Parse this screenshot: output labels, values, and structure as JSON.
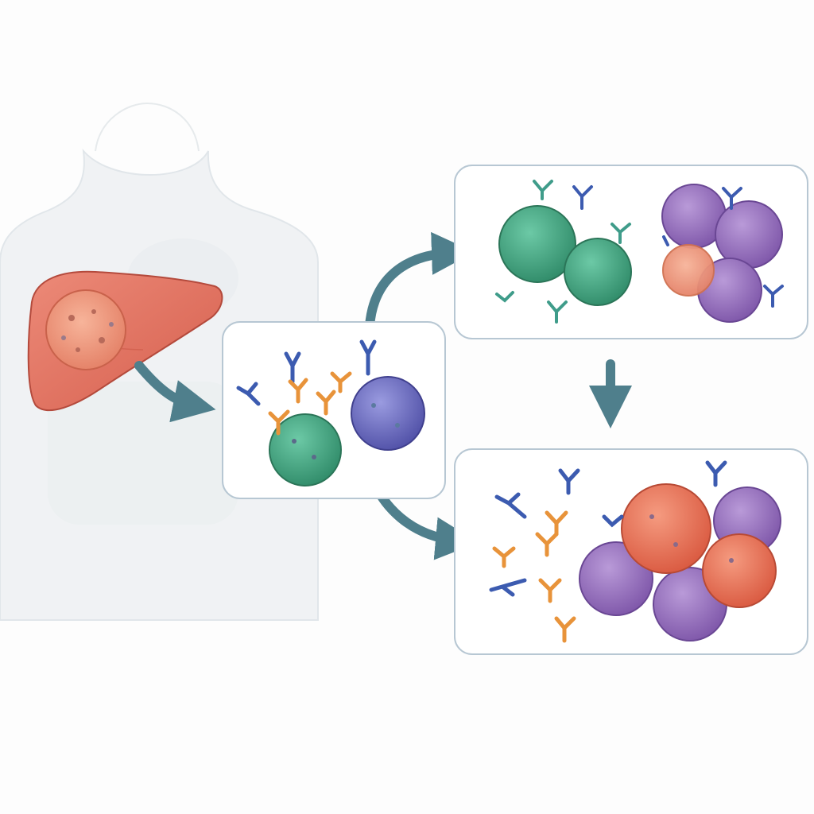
{
  "diagram": {
    "colors": {
      "background": "#fdfdfd",
      "body_silhouette": "#e9edf0",
      "liver": "#e07060",
      "tumor": "#ef9a7f",
      "panel_border": "#b7c7d3",
      "arrow": "#4f7f8c",
      "green_cell": "#49a986",
      "blue_cell": "#6f6fc0",
      "purple_cell": "#9a72c0",
      "red_cell": "#e8755e",
      "orange_antibody": "#e8933a",
      "blue_antibody": "#3c5bb0",
      "teal_antibody": "#3f9c8a"
    },
    "panels": [
      {
        "id": "interaction",
        "content": [
          "green-cell",
          "blue-cell",
          "antibodies"
        ]
      },
      {
        "id": "activation",
        "content": [
          "green-cells",
          "purple-cells",
          "antibodies"
        ]
      },
      {
        "id": "tumor-attack",
        "content": [
          "tumor-cells",
          "purple-cells",
          "antibodies"
        ]
      }
    ],
    "arrows": [
      {
        "from": "liver-tumor",
        "to": "interaction"
      },
      {
        "from": "interaction",
        "to": "activation"
      },
      {
        "from": "interaction",
        "to": "tumor-attack"
      },
      {
        "from": "activation",
        "to": "tumor-attack"
      }
    ],
    "icons": [
      "human-torso-icon",
      "liver-icon",
      "tumor-icon",
      "antibody-icon",
      "immune-cell-icon"
    ]
  }
}
